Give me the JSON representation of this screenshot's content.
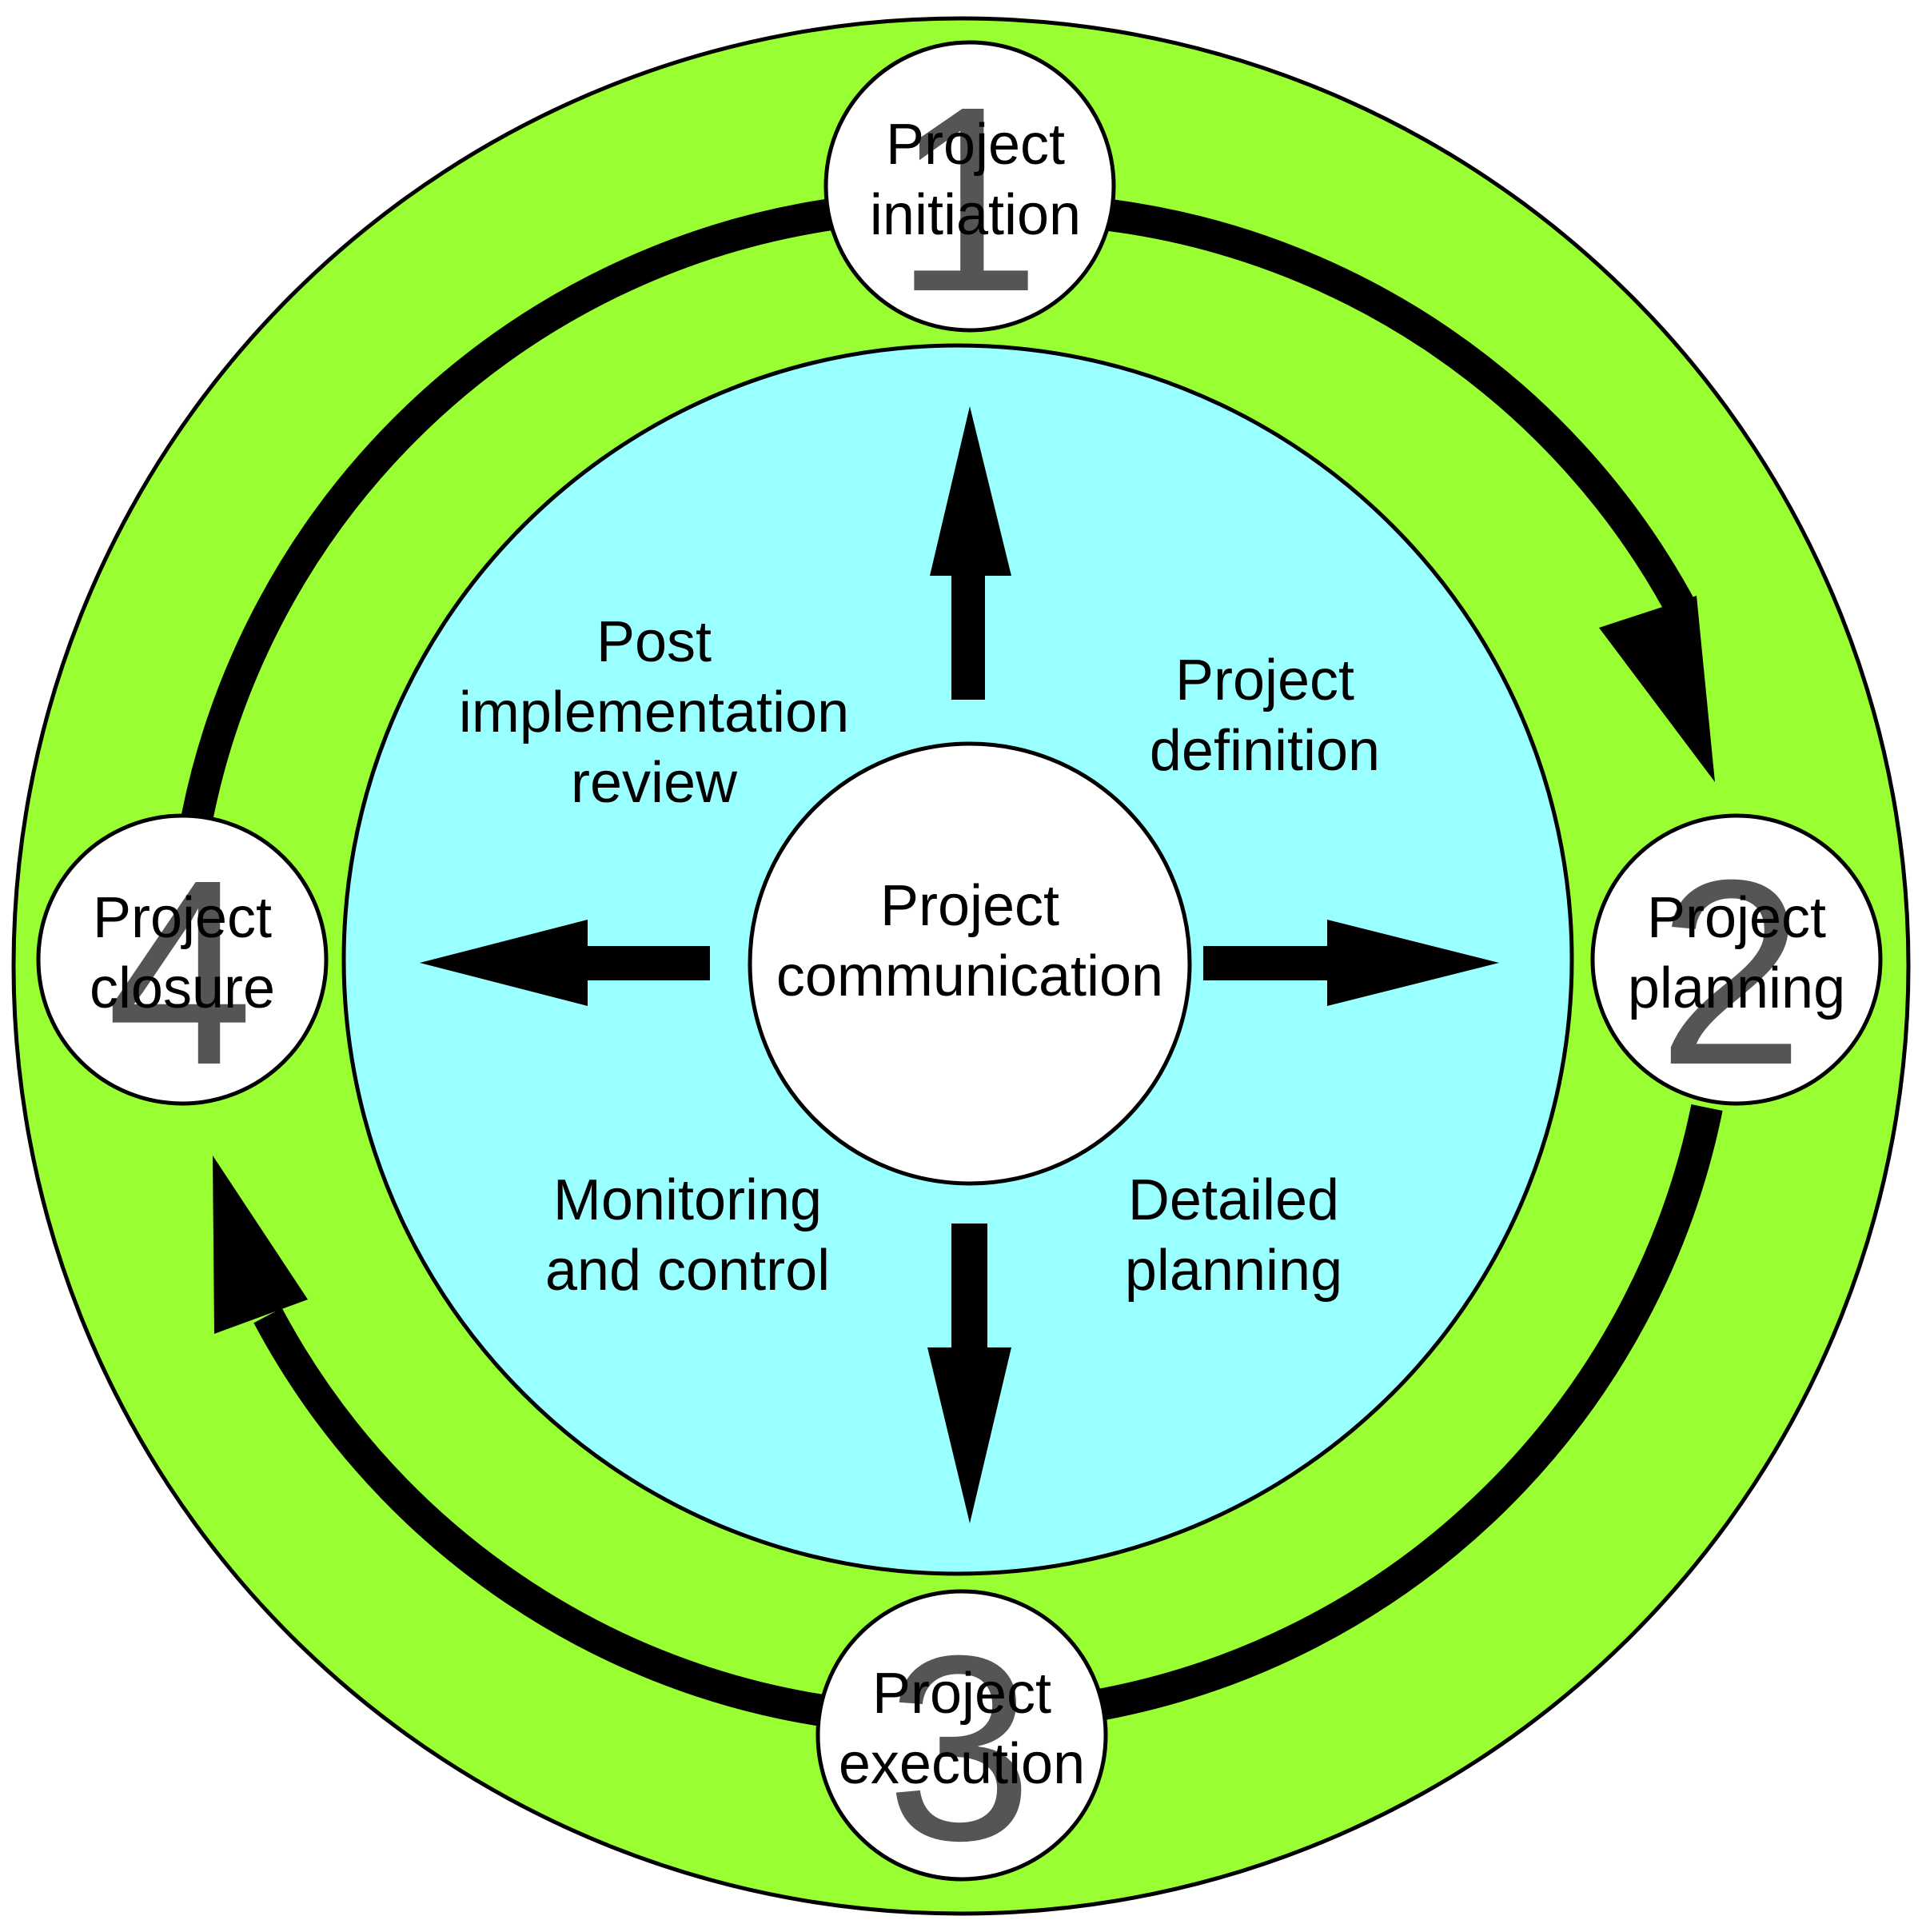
{
  "colors": {
    "outer_ring": "#99FF33",
    "inner_disc": "#99FFFF",
    "node_fill": "#FFFFFF",
    "stroke": "#000000",
    "number": "#555555"
  },
  "stages": [
    {
      "number": "1",
      "line1": "Project",
      "line2": "initiation"
    },
    {
      "number": "2",
      "line1": "Project",
      "line2": "planning"
    },
    {
      "number": "3",
      "line1": "Project",
      "line2": "execution"
    },
    {
      "number": "4",
      "line1": "Project",
      "line2": "closure"
    }
  ],
  "center": {
    "line1": "Project",
    "line2": "communication"
  },
  "quadrants": {
    "top_left": {
      "line1": "Post",
      "line2": "implementation",
      "line3": "review"
    },
    "top_right": {
      "line1": "Project",
      "line2": "definition"
    },
    "bottom_left": {
      "line1": "Monitoring",
      "line2": "and control"
    },
    "bottom_right": {
      "line1": "Detailed",
      "line2": "planning"
    }
  }
}
